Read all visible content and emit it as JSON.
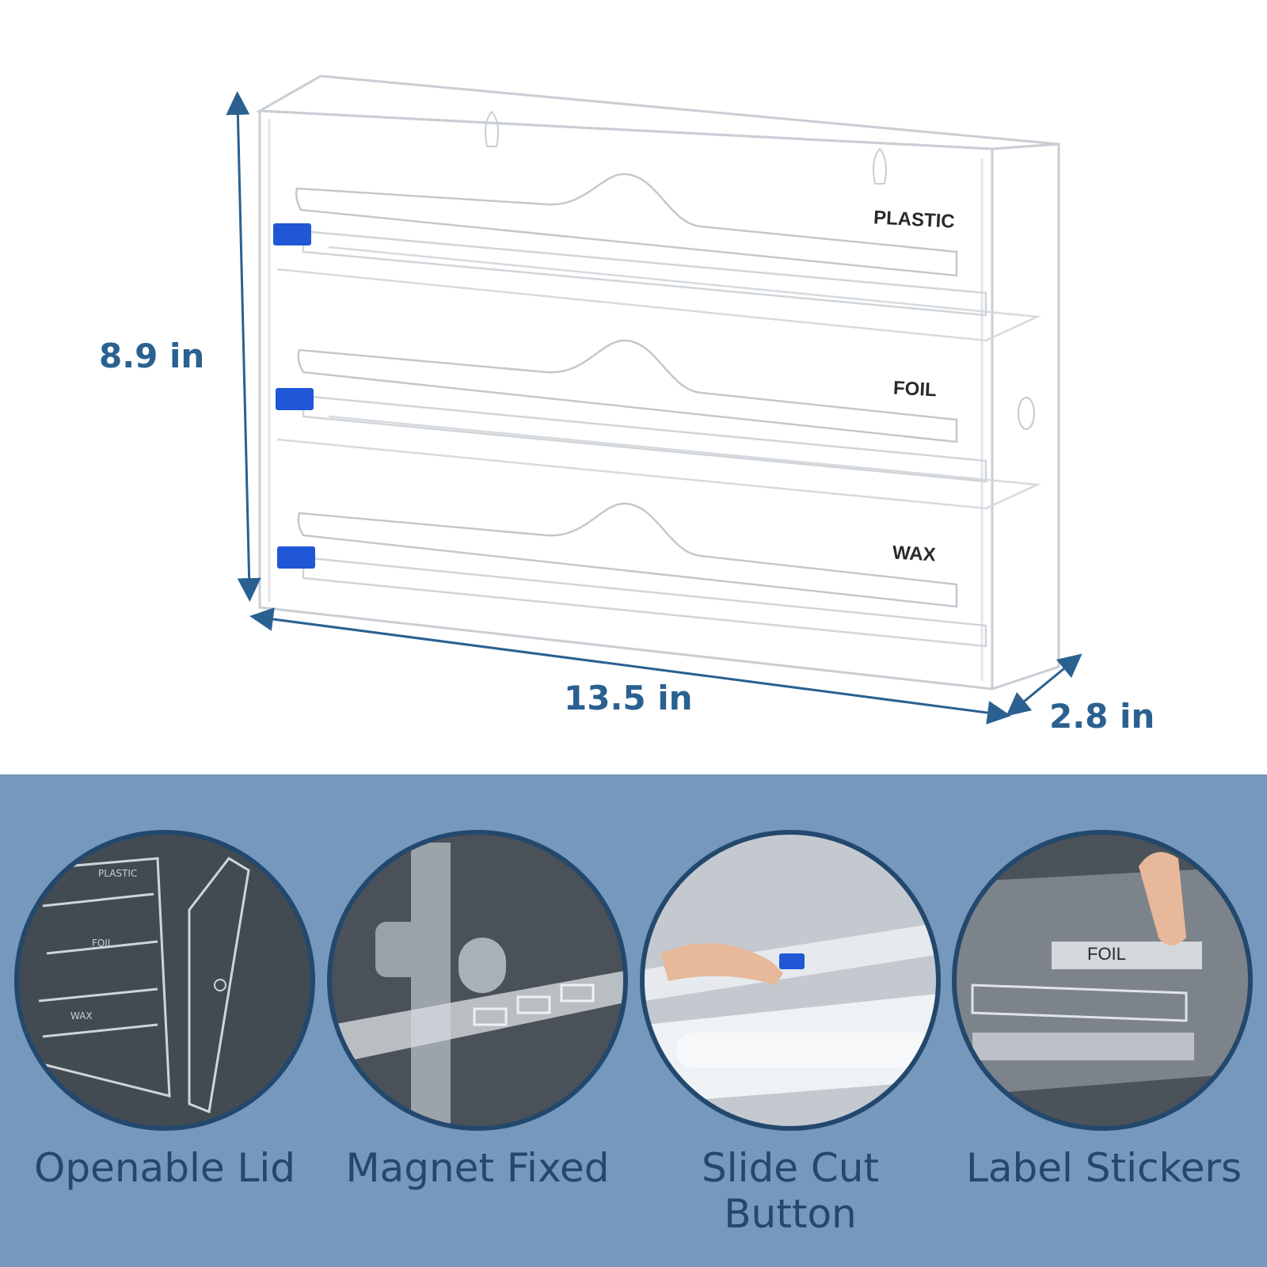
{
  "dimensions": {
    "height": "8.9 in",
    "width": "13.5 in",
    "depth": "2.8 in"
  },
  "shelf_labels": [
    "PLASTIC",
    "FOIL",
    "WAX"
  ],
  "features": [
    {
      "caption": "Openable Lid",
      "detail_labels": [
        "PLASTIC",
        "FOIL",
        "WAX"
      ]
    },
    {
      "caption": "Magnet Fixed"
    },
    {
      "caption": "Slide Cut\nButton"
    },
    {
      "caption": "Label Stickers",
      "detail_label": "FOIL"
    }
  ],
  "colors": {
    "dimension_text": "#2a6190",
    "caption_text": "#23486e",
    "panel_background": "#7598bc",
    "cutter_blue": "#1f57d6"
  }
}
